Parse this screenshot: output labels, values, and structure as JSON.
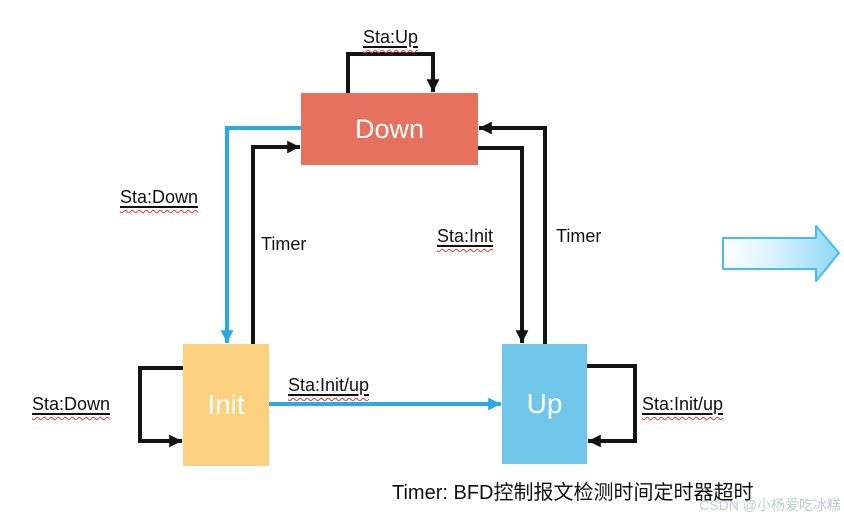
{
  "title": "BFD state machine diagram",
  "colors": {
    "down_box": "#E5715E",
    "init_box": "#FBD180",
    "up_box": "#70C6E9",
    "blue_arrow": "#29ABE2",
    "black_arrow": "#141414",
    "squiggle": "#E03A2F",
    "watermark": "#C2CAD1",
    "big_arrow_border": "#41BFEF",
    "big_arrow_fill_end": "#8FD8F6"
  },
  "nodes": {
    "down": {
      "label": "Down"
    },
    "init": {
      "label": "Init"
    },
    "up": {
      "label": "Up"
    }
  },
  "edge_labels": {
    "sta_up": "Sta:Up",
    "sta_down_upper": "Sta:Down",
    "timer_left": "Timer",
    "sta_init": "Sta:Init",
    "timer_right": "Timer",
    "sta_init_up_center": "Sta:Init/up",
    "sta_down_lower": "Sta:Down",
    "sta_init_up_right": "Sta:Init/up"
  },
  "transitions": [
    {
      "from": "Down",
      "to": "Down",
      "label": "Sta:Up",
      "color": "black"
    },
    {
      "from": "Down",
      "to": "Init",
      "label": "Sta:Down",
      "color": "blue"
    },
    {
      "from": "Init",
      "to": "Down",
      "label": "Timer",
      "color": "black"
    },
    {
      "from": "Down",
      "to": "Up",
      "label": "Sta:Init",
      "color": "black"
    },
    {
      "from": "Up",
      "to": "Down",
      "label": "Timer",
      "color": "black"
    },
    {
      "from": "Init",
      "to": "Up",
      "label": "Sta:Init/up",
      "color": "blue"
    },
    {
      "from": "Init",
      "to": "Init",
      "label": "Sta:Down",
      "color": "black"
    },
    {
      "from": "Up",
      "to": "Up",
      "label": "Sta:Init/up",
      "color": "black"
    }
  ],
  "caption": "Timer: BFD控制报文检测时间定时器超时",
  "watermark": "CSDN @小杨爱吃冰糕"
}
